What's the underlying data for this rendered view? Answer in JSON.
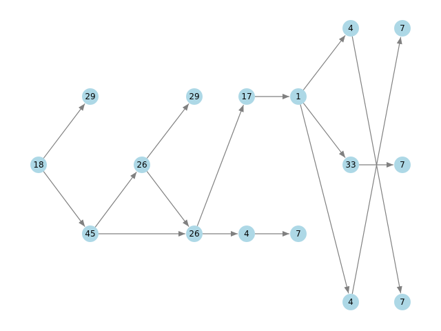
{
  "graph": {
    "node_color": "#add8e6",
    "edge_color": "#808080",
    "label_color": "#000000",
    "directed": true,
    "nodes": [
      {
        "id": "n18",
        "label": "18"
      },
      {
        "id": "n29a",
        "label": "29"
      },
      {
        "id": "n45",
        "label": "45"
      },
      {
        "id": "n26a",
        "label": "26"
      },
      {
        "id": "n29b",
        "label": "29"
      },
      {
        "id": "n26b",
        "label": "26"
      },
      {
        "id": "n17",
        "label": "17"
      },
      {
        "id": "n4a",
        "label": "4"
      },
      {
        "id": "n7a",
        "label": "7"
      },
      {
        "id": "n1",
        "label": "1"
      },
      {
        "id": "n4b",
        "label": "4"
      },
      {
        "id": "n33",
        "label": "33"
      },
      {
        "id": "n4c",
        "label": "4"
      },
      {
        "id": "n7b",
        "label": "7"
      },
      {
        "id": "n7c",
        "label": "7"
      },
      {
        "id": "n7d",
        "label": "7"
      }
    ],
    "edges": [
      {
        "from": "n18",
        "to": "n29a"
      },
      {
        "from": "n18",
        "to": "n45"
      },
      {
        "from": "n45",
        "to": "n26a"
      },
      {
        "from": "n45",
        "to": "n26b"
      },
      {
        "from": "n26a",
        "to": "n29b"
      },
      {
        "from": "n26a",
        "to": "n26b"
      },
      {
        "from": "n26b",
        "to": "n17"
      },
      {
        "from": "n26b",
        "to": "n4a"
      },
      {
        "from": "n4a",
        "to": "n7a"
      },
      {
        "from": "n17",
        "to": "n1"
      },
      {
        "from": "n1",
        "to": "n4b"
      },
      {
        "from": "n1",
        "to": "n33"
      },
      {
        "from": "n1",
        "to": "n4c"
      },
      {
        "from": "n4b",
        "to": "n7d"
      },
      {
        "from": "n33",
        "to": "n7c"
      },
      {
        "from": "n4c",
        "to": "n7b"
      }
    ]
  }
}
